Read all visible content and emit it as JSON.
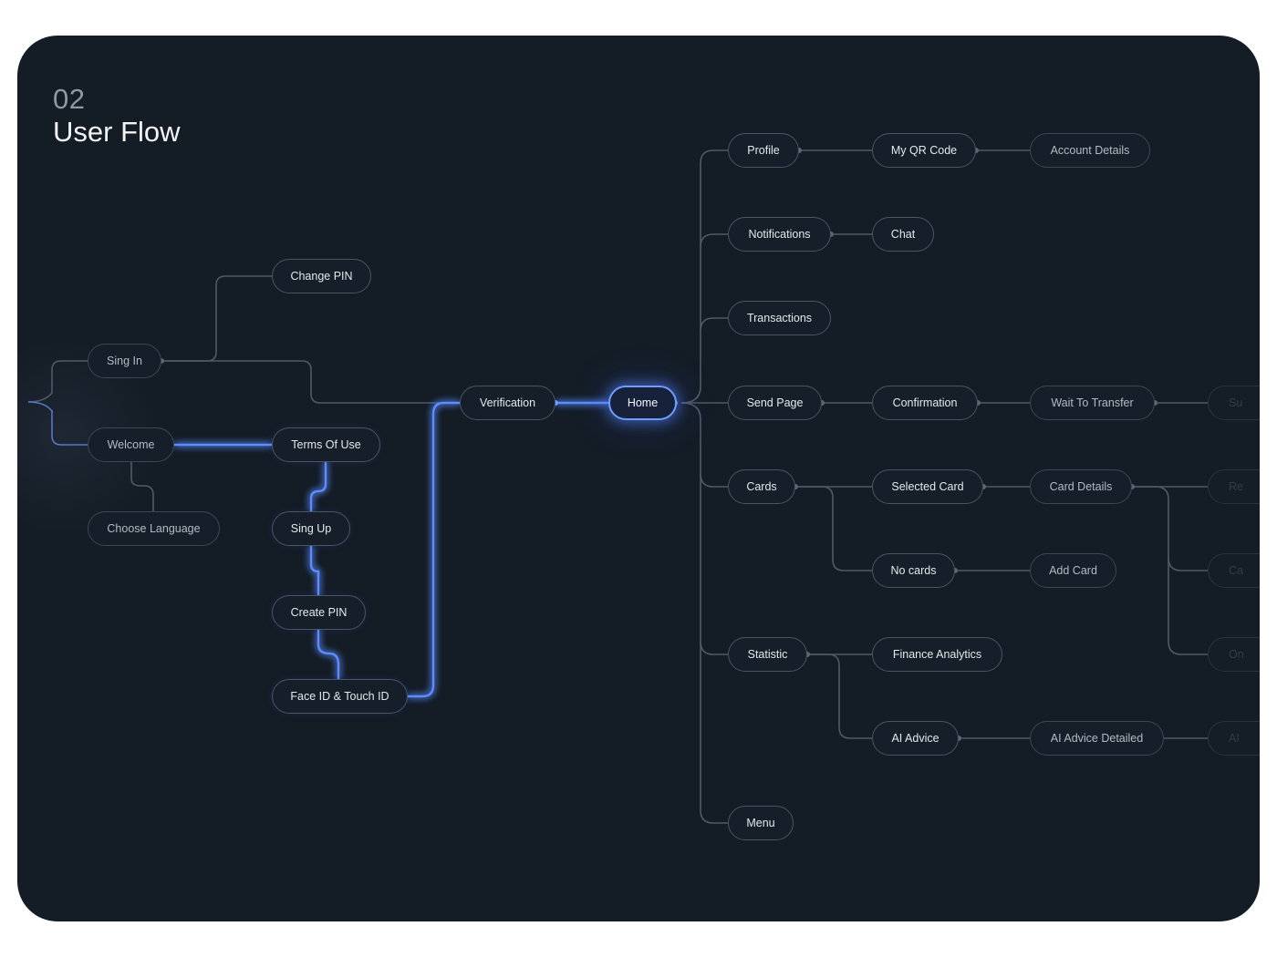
{
  "heading": {
    "number": "02",
    "title": "User Flow"
  },
  "colors": {
    "background": "#141c25",
    "node_border": "#4a5462",
    "connector": "#4f5a68",
    "highlight": "#5b8cff"
  },
  "nodes": {
    "sign_in": "Sing In",
    "welcome": "Welcome",
    "choose_language": "Choose Language",
    "change_pin": "Change PIN",
    "terms_of_use": "Terms Of Use",
    "sign_up": "Sing Up",
    "create_pin": "Create PIN",
    "face_id": "Face ID & Touch ID",
    "verification": "Verification",
    "home": "Home",
    "profile": "Profile",
    "my_qr_code": "My QR Code",
    "account_details": "Account Details",
    "notifications": "Notifications",
    "chat": "Chat",
    "transactions": "Transactions",
    "send_page": "Send Page",
    "confirmation": "Confirmation",
    "wait_to_transfer": "Wait To Transfer",
    "cards": "Cards",
    "selected_card": "Selected Card",
    "card_details": "Card Details",
    "no_cards": "No cards",
    "add_card": "Add Card",
    "statistic": "Statistic",
    "finance_analytics": "Finance Analytics",
    "ai_advice": "AI Advice",
    "ai_advice_detailed": "AI Advice Detailed",
    "menu": "Menu",
    "cut_send": "Su",
    "cut_card_1": "Re",
    "cut_card_2": "Ca",
    "cut_card_3": "On",
    "cut_ai": "AI"
  }
}
